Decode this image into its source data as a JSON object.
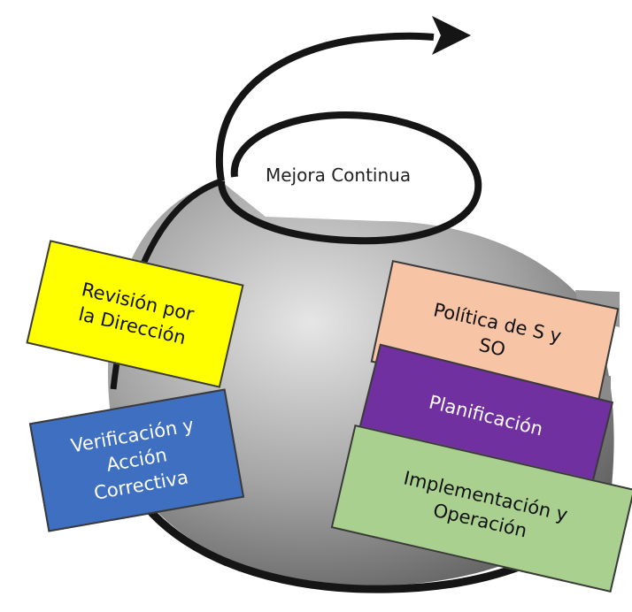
{
  "center_label": "Mejora Continua",
  "cards": {
    "revision": {
      "line1": "Revisión por",
      "line2": "la Dirección",
      "color": "#FFFF00"
    },
    "verificacion": {
      "line1": "Verificación y",
      "line2": "Acción",
      "line3": "Correctiva",
      "color": "#3F6FC1"
    },
    "politica": {
      "line1": "Política de S y",
      "line2": "SO",
      "color": "#F7C4A5"
    },
    "planificacion": {
      "line1": "Planificación",
      "color": "#7030A0"
    },
    "implementacion": {
      "line1": "Implementación y",
      "line2": "Operación",
      "color": "#A9D08E"
    }
  },
  "colors": {
    "disc_fill": "#8d8d8d",
    "curve": "#151515"
  },
  "icons": {
    "arrow": "arrow-head-icon"
  }
}
